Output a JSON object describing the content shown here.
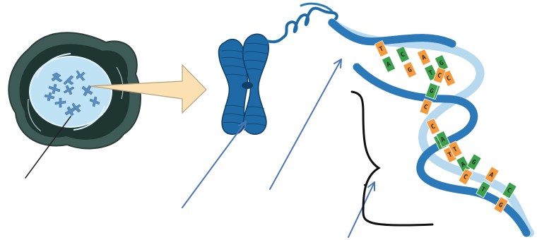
{
  "colors": {
    "cell_outer": "#3f5b57",
    "cell_inner": "#1f3532",
    "nucleus": "#bfe3f5",
    "chromosome_blue": "#1d6aa6",
    "chromosome_dark": "#0e3f66",
    "arrow_fill": "#fbe0b1",
    "pointer_line": "#4a76b8",
    "strand_light": "#b7d9ef",
    "strand_dark": "#2b79b8",
    "base_orange": "#f59a3c",
    "base_green": "#3aa04c"
  },
  "icons": {
    "cell": "cell-with-nucleus-icon",
    "chromosome": "x-chromosome-icon",
    "helix": "dna-double-helix-icon",
    "bracket": "curly-brace-icon",
    "big_arrow": "block-arrow-right-icon"
  },
  "helix": {
    "rungs": [
      {
        "top": "T",
        "bottom": "A",
        "color_top": "orange",
        "color_bottom": "green"
      },
      {
        "top": "C",
        "bottom": "G",
        "color_top": "green",
        "color_bottom": "orange"
      },
      {
        "top": "A",
        "bottom": "T",
        "color_top": "orange",
        "color_bottom": "green"
      },
      {
        "top": "G",
        "bottom": "C",
        "color_top": "green",
        "color_bottom": "orange"
      },
      {
        "top": "C",
        "bottom": "G",
        "color_top": "orange",
        "color_bottom": "green"
      },
      {
        "top": "G",
        "bottom": "C",
        "color_top": "green",
        "color_bottom": "orange"
      },
      {
        "top": "C",
        "bottom": "G",
        "color_top": "orange",
        "color_bottom": "green"
      },
      {
        "top": "A",
        "bottom": "T",
        "color_top": "green",
        "color_bottom": "orange"
      },
      {
        "top": "T",
        "bottom": "A",
        "color_top": "orange",
        "color_bottom": "green"
      },
      {
        "top": "G",
        "bottom": "C",
        "color_top": "green",
        "color_bottom": "orange"
      },
      {
        "top": "A",
        "bottom": "T",
        "color_top": "orange",
        "color_bottom": "green"
      },
      {
        "top": "C",
        "bottom": "G",
        "color_top": "green",
        "color_bottom": "orange"
      }
    ]
  }
}
